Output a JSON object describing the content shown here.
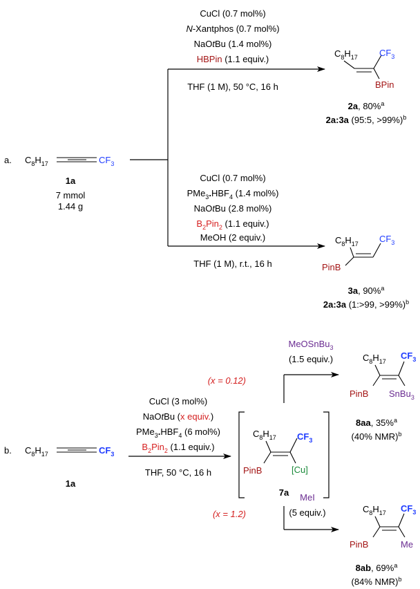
{
  "colors": {
    "black": "#000000",
    "blue": "#1f3cff",
    "boron_red": "#a31515",
    "reagent_red": "#d62020",
    "tin_purple": "#6a2c91",
    "copper_green": "#1a8a3a",
    "variable_red": "#d42020"
  },
  "part_a": {
    "label": "a.",
    "substrate": {
      "chain": "C",
      "chain_sub": "8",
      "chain_h": "H",
      "chain_h_sub": "17",
      "group": "CF",
      "group_sub": "3",
      "id": "1a",
      "amount": "7 mmol",
      "mass": "1.44 g"
    },
    "top": {
      "conditions": [
        "CuCl (0.7 mol%)",
        "N-Xantphos (0.7 mol%)",
        "NaOtBu (1.4 mol%)"
      ],
      "cond_n_italic": "N",
      "cond_n_rest": "-Xantphos (0.7 mol%)",
      "cond_na": "NaO",
      "cond_tbu": "t",
      "cond_bu": "Bu (1.4 mol%)",
      "reagent_h": "H",
      "reagent_bpin": "BPin",
      "reagent_equiv": " (1.1 equiv.)",
      "below": "THF (1 M), 50 °C, 16 h",
      "product": {
        "chain": "C8H17",
        "cf3": "CF3",
        "bpin": "BPin",
        "id": "2a",
        "yield": ", 80%",
        "yield_note": "a",
        "ratio_id": "2a:3a",
        "ratio": " (95:5, >99%)",
        "ratio_note": "b"
      }
    },
    "bottom": {
      "cond1": "CuCl (0.7 mol%)",
      "cond2_pme": "PMe",
      "cond2_sub": "3",
      "cond2_dot": ".",
      "cond2_hbf": "HBF",
      "cond2_sub2": "4",
      "cond2_rest": " (1.4 mol%)",
      "cond3_na": "NaO",
      "cond3_t": "t",
      "cond3_rest": "Bu (2.8 mol%)",
      "cond4_b": "B",
      "cond4_sub": "2",
      "cond4_pin": "Pin",
      "cond4_sub2": "2",
      "cond4_rest": " (1.1 equiv.)",
      "cond5": "MeOH (2 equiv.)",
      "below": "THF (1 M), r.t., 16 h",
      "product": {
        "id": "3a",
        "yield": ", 90%",
        "yield_note": "a",
        "ratio_id": "2a:3a",
        "ratio": " (1:>99, >99%)",
        "ratio_note": "b"
      }
    }
  },
  "part_b": {
    "label": "b.",
    "substrate_id": "1a",
    "conditions": {
      "c1": "CuCl (3 mol%)",
      "c2_na": "NaO",
      "c2_t": "t",
      "c2_bu": "Bu (",
      "c2_x": "x equiv.",
      "c2_close": ")",
      "c3_pme": "PMe",
      "c3_rest": " (6 mol%)",
      "c4_rest": " (1.1 equiv.)",
      "below": "THF, 50 °C, 16 h"
    },
    "intermediate": {
      "id": "7a",
      "cu": "[Cu]",
      "pinb": "PinB"
    },
    "upper": {
      "x_label": "(x = 0.12)",
      "reagent": "MeOSnBu",
      "reagent_sub": "3",
      "reagent_amount": "(1.5 equiv.)",
      "product_sn": "SnBu",
      "product_sn_sub": "3",
      "id": "8aa",
      "yield": ", 35%",
      "yield_note": "a",
      "nmr": "(40% NMR)",
      "nmr_note": "b"
    },
    "lower": {
      "x_label": "(x = 1.2)",
      "reagent": "MeI",
      "reagent_amount": "(5 equiv.)",
      "me": "Me",
      "id": "8ab",
      "yield": ", 69%",
      "yield_note": "a",
      "nmr": "(84% NMR)",
      "nmr_note": "b"
    }
  }
}
